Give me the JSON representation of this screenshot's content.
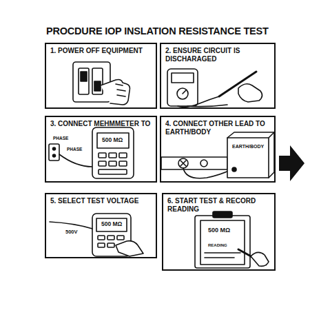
{
  "diagram": {
    "title": "PROCDURE IOP INSLATION RESISTANCE TEST",
    "nodes": [
      {
        "text": [
          "1. POWER OFF EQUIPMENT"
        ]
      },
      {
        "text": [
          "2. ENSURE CIRCUIT IS DISCHARAGED"
        ]
      },
      {
        "text": [
          "3. CONNECT MEHMMETER TO"
        ]
      },
      {
        "text": [
          "4. CONNECT OTHER LEAD TO EARTH/BODY"
        ]
      },
      {
        "text": [
          "5. SELECT TEST VOLTAGE"
        ]
      },
      {
        "text": [
          "6. START TEST & RECORD READING"
        ]
      }
    ],
    "labels": [
      "PHASE",
      "PHASE",
      "500 MΩ",
      "EARTH/BODY",
      "500 MΩ",
      "500V",
      "500 MΩ",
      "READING"
    ]
  }
}
